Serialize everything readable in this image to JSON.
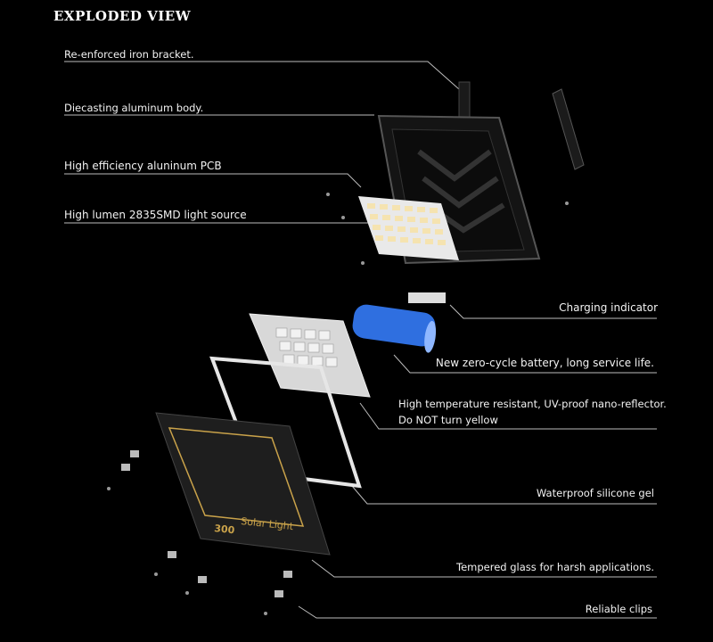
{
  "heading": "EXPLODED VIEW",
  "labels": {
    "bracket": "Re-enforced iron bracket.",
    "body": "Diecasting aluminum body.",
    "pcb": "High efficiency aluninum PCB",
    "light_source": "High lumen 2835SMD light source",
    "charging": "Charging indicator",
    "battery": "New zero-cycle battery, long service life.",
    "reflector_1": "High temperature resistant, UV-proof nano-reflector.",
    "reflector_2": "Do NOT turn yellow",
    "silicone": "Waterproof silicone gel",
    "glass": "Tempered glass for harsh applications.",
    "clips": "Reliable clips"
  },
  "glass_print": {
    "brand": "Solar Light",
    "power": "300"
  },
  "colors": {
    "background": "#000000",
    "battery": "#2f6fe0",
    "led": "#f5e3b0",
    "glass_trim": "#c9a24a"
  }
}
